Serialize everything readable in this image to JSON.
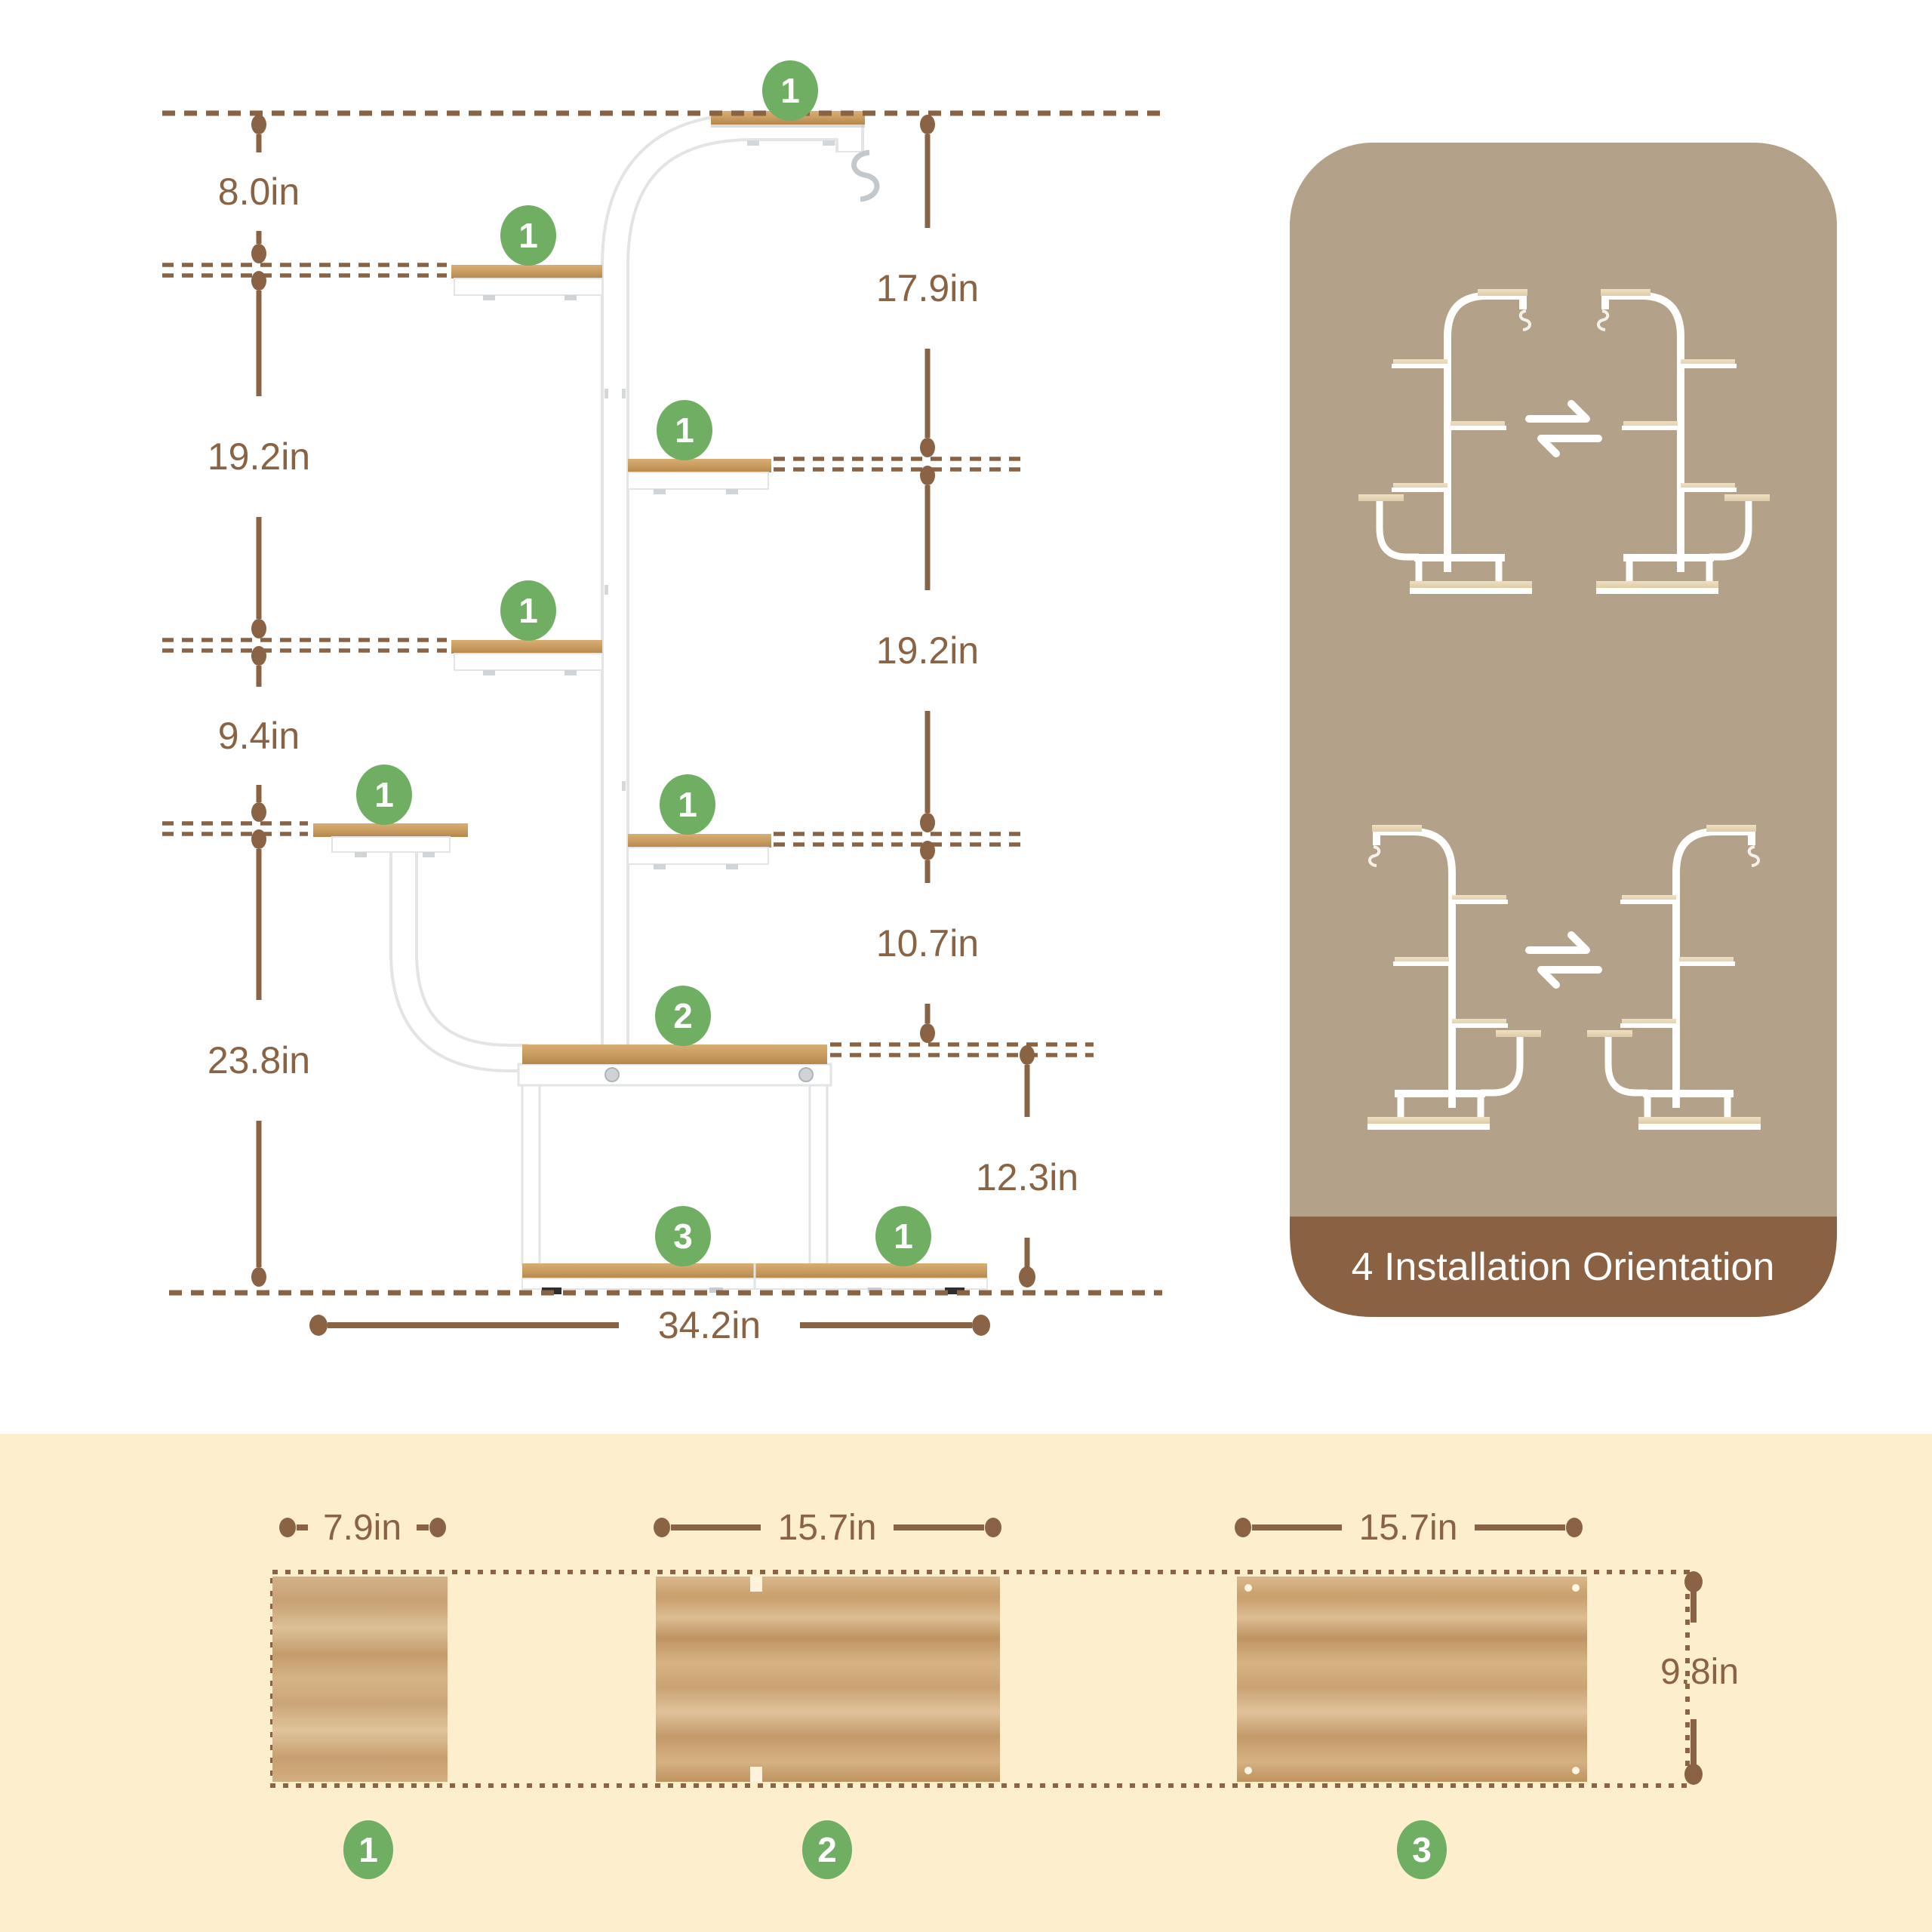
{
  "main_diagram": {
    "left_dims": [
      "8.0in",
      "19.2in",
      "9.4in",
      "23.8in"
    ],
    "right_dims": [
      "17.9in",
      "19.2in",
      "10.7in"
    ],
    "base_height_dim": "12.3in",
    "width_dim": "34.2in",
    "badges": [
      "1",
      "1",
      "1",
      "1",
      "1",
      "1",
      "2",
      "3",
      "1"
    ]
  },
  "orientation_panel": {
    "caption": "4 Installation Orientation"
  },
  "panel_diagram": {
    "width_dims": [
      "7.9in",
      "15.7in",
      "15.7in"
    ],
    "height_dim": "9.8in",
    "badges": [
      "1",
      "2",
      "3"
    ]
  },
  "colors": {
    "accent_green": "#6fae63",
    "line_brown": "#8a6345",
    "panel_tan": "#b3a289",
    "bar_brown": "#8a6143",
    "band_bg": "#fdeecd",
    "wood": "#c89a5e"
  }
}
